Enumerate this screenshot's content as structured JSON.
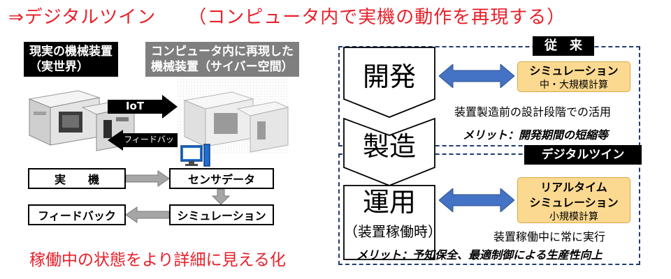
{
  "title": {
    "main": "⇒デジタルツイン",
    "sub": "（コンピュータ内で実機の動作を再現する）"
  },
  "left": {
    "real_label_line1": "現実の機械装置",
    "real_label_line2": "（実世界）",
    "cyber_label_line1": "コンピュータ内に再現した",
    "cyber_label_line2": "機械装置（サイバー空間）",
    "iot_label": "IoT",
    "feedback_arrow_label": "フィードバック",
    "boxes": {
      "real_machine": "実　　機",
      "sensor_data": "センサデータ",
      "feedback": "フィードバック",
      "simulation": "シミュレーション"
    },
    "caption": "稼働中の状態をより詳細に見える化"
  },
  "right": {
    "conventional_tag": "従　来",
    "digital_twin_tag": "デジタルツイン",
    "stages": {
      "development": "開発",
      "manufacturing": "製造",
      "operation": "運用",
      "operation_sub": "（装置稼働時）"
    },
    "sim_conventional": {
      "main": "シミュレーション",
      "sub": "中・大規模計算"
    },
    "sim_twin": {
      "main_line1": "リアルタイム",
      "main_line2": "シミュレーション",
      "sub": "小規模計算"
    },
    "note_conventional": "装置製造前の設計段階での活用",
    "merit_conventional": "メリット：開発期間の短縮等",
    "note_twin": "装置稼働中に常に実行",
    "merit_twin": "メリット：予知保全、最適制御による生産性向上"
  },
  "colors": {
    "title_red": "#e8202a",
    "dash_blue": "#1f3b73",
    "arrow_blue": "#4472c4",
    "sim_fill": "#fbd990",
    "grey_arrow": "#a6a6a6"
  }
}
